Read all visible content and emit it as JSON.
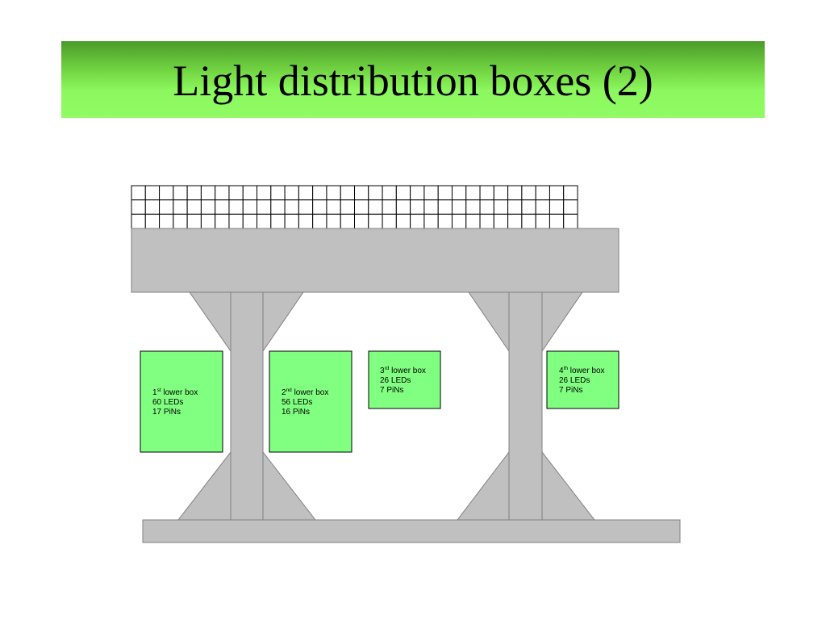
{
  "slide": {
    "title": "Light distribution boxes (2)"
  },
  "grid": {
    "columns": 32,
    "rows": 3
  },
  "boxes": [
    {
      "id": "box1",
      "number": "1",
      "suffix": "st",
      "label": " lower box",
      "leds": "60 LEDs",
      "pins": "17 PiNs"
    },
    {
      "id": "box2",
      "number": "2",
      "suffix": "nd",
      "label": " lower box",
      "leds": "56 LEDs",
      "pins": "16 PiNs"
    },
    {
      "id": "box3",
      "number": "3",
      "suffix": "rd",
      "label": " lower box",
      "leds": "26 LEDs",
      "pins": "7 PiNs"
    },
    {
      "id": "box4",
      "number": "4",
      "suffix": "th",
      "label": " lower box",
      "leds": "26 LEDs",
      "pins": "7 PiNs"
    }
  ],
  "colors": {
    "structure": "#c0c0c0",
    "structure_stroke": "#808080",
    "box_fill": "#80ff80",
    "box_stroke": "#000000"
  }
}
